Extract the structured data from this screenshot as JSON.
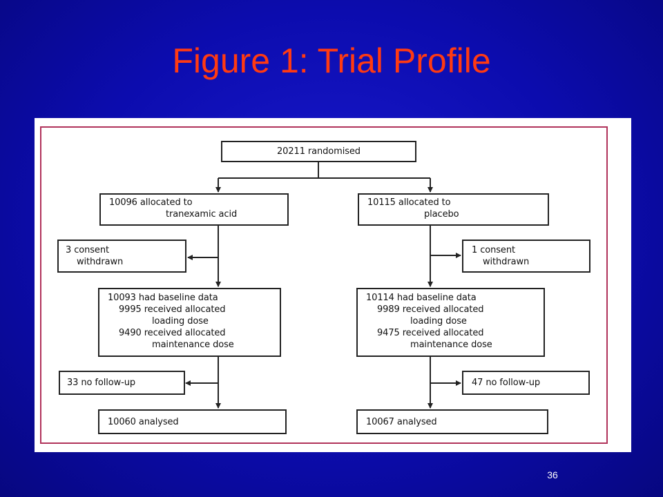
{
  "slide": {
    "title": "Figure 1: Trial Profile",
    "page_number": "36"
  },
  "diagram": {
    "randomised": "20211 randomised",
    "arms": {
      "left": {
        "allocated": [
          "10096 allocated to",
          "tranexamic acid"
        ],
        "withdrawn": [
          "3 consent",
          "withdrawn"
        ],
        "baseline": [
          "10093 had baseline data",
          "9995 received allocated",
          "loading dose",
          "9490 received allocated",
          "maintenance dose"
        ],
        "no_follow_up": "33 no follow-up",
        "analysed": "10060 analysed"
      },
      "right": {
        "allocated": [
          "10115 allocated to",
          "placebo"
        ],
        "withdrawn": [
          "1 consent",
          "withdrawn"
        ],
        "baseline": [
          "10114 had baseline data",
          "9989 received allocated",
          "loading dose",
          "9475 received allocated",
          "maintenance dose"
        ],
        "no_follow_up": "47 no follow-up",
        "analysed": "10067 analysed"
      }
    }
  }
}
